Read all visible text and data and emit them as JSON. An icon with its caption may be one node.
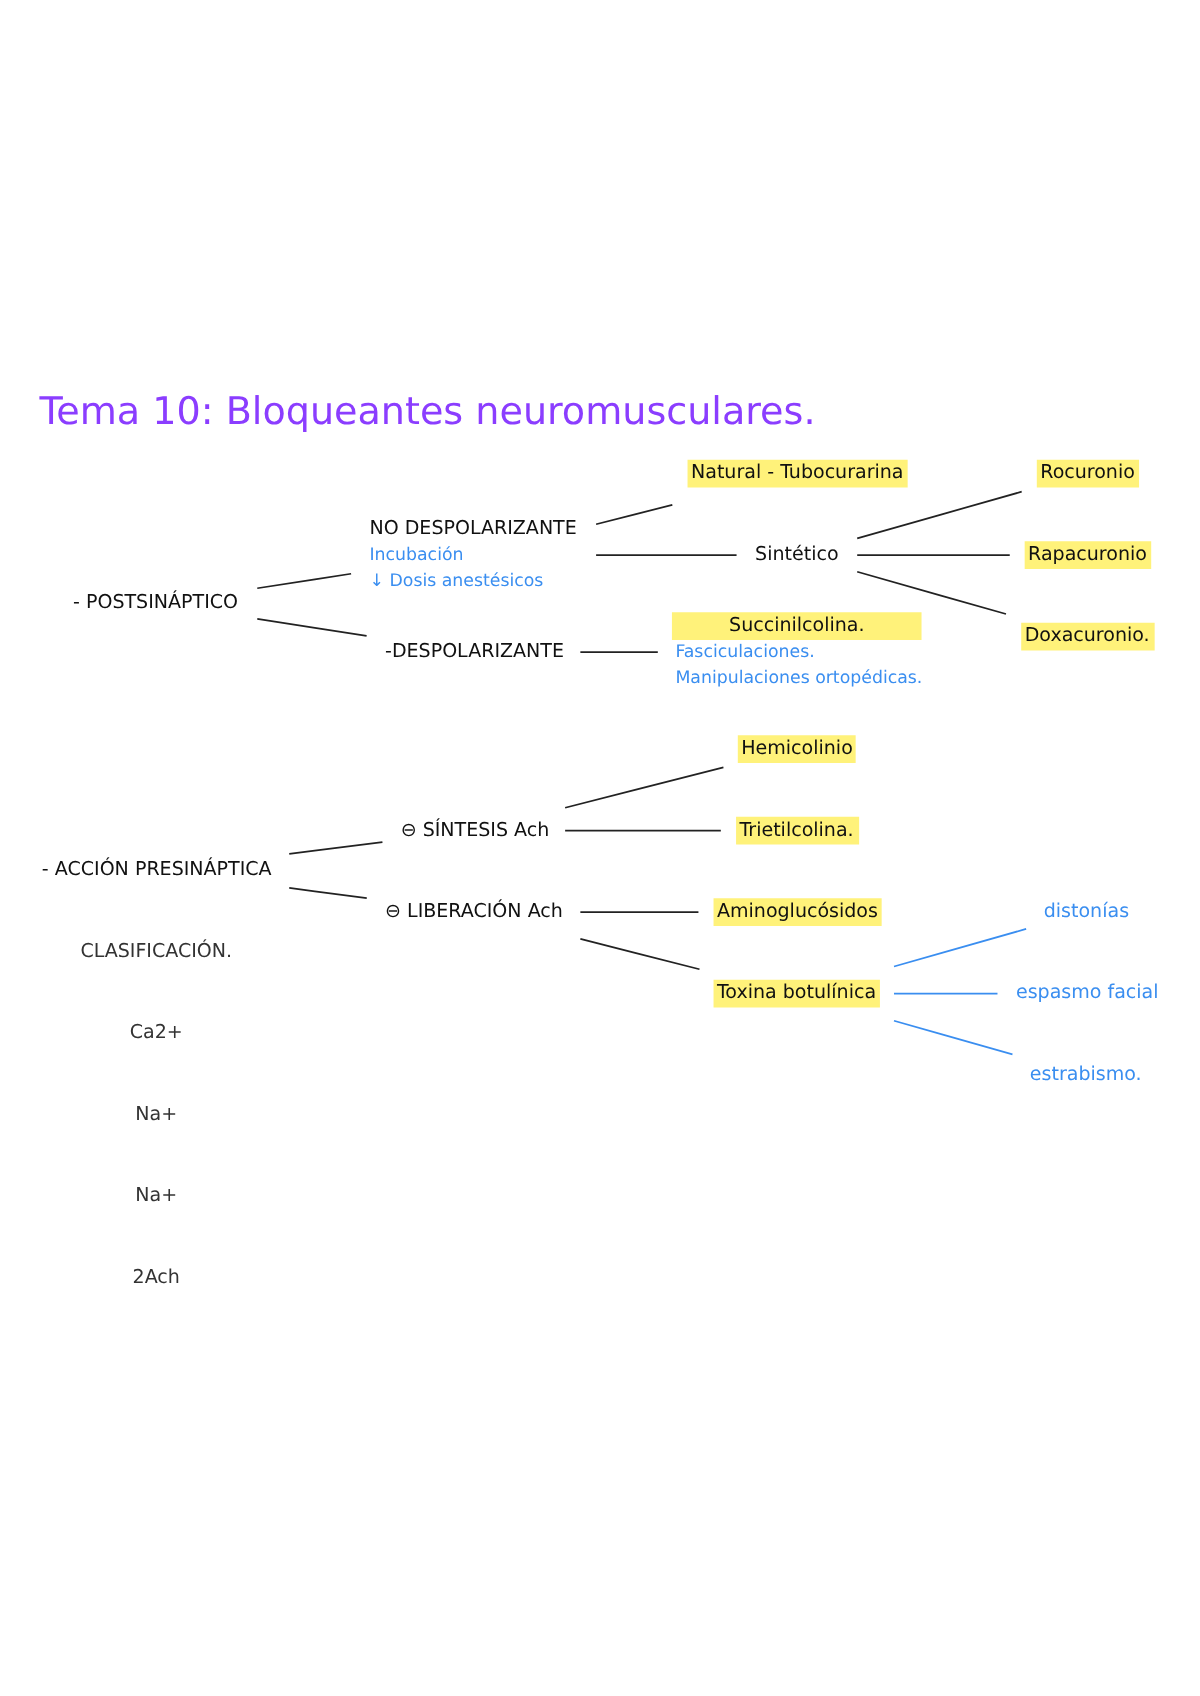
{
  "diagram": {
    "title": "Tema 10: Bloqueantes neuromusculares.",
    "nodes": [
      {
        "text": [
          "- ACCIÓN PRESINÁPTICA"
        ]
      },
      {
        "text": [
          "⊖ SÍNTESIS Ach"
        ]
      },
      {
        "text": [
          "Hemicolinio"
        ]
      },
      {
        "text": [
          "Trietilcolina."
        ]
      },
      {
        "text": [
          "⊖ LIBERACIÓN Ach"
        ]
      },
      {
        "text": [
          "Aminoglucósidos"
        ]
      },
      {
        "text": [
          "Toxina botulínica"
        ]
      },
      {
        "text": [
          "distonías"
        ]
      },
      {
        "text": [
          "espasmo facial"
        ]
      },
      {
        "text": [
          "estrabismo."
        ]
      },
      {
        "text": [
          "- POSTSINÁPTICO"
        ]
      },
      {
        "text": [
          "NO DESPOLARIZANTE"
        ],
        "beside": [
          "Incubación",
          "↓ Dosis anestésicos"
        ]
      },
      {
        "text": [
          "Natural - Tubocurarina"
        ]
      },
      {
        "text": [
          "Sintético"
        ]
      },
      {
        "text": [
          "Rocuronio"
        ]
      },
      {
        "text": [
          "Rapacuronio"
        ]
      },
      {
        "text": [
          "Doxacuronio."
        ]
      },
      {
        "text": [
          "-DESPOLARIZANTE"
        ]
      },
      {
        "text": [
          "Succinilcolina."
        ],
        "beside": [
          "Fasciculaciones.",
          "Manipulaciones ortopédicas."
        ]
      }
    ],
    "edges": [
      {
        "from": 0,
        "to": 1,
        "arrow": "none"
      },
      {
        "from": 1,
        "to": 2,
        "arrow": "none"
      },
      {
        "from": 1,
        "to": 3,
        "arrow": "none"
      },
      {
        "from": 0,
        "to": 4,
        "arrow": "none"
      },
      {
        "from": 4,
        "to": 5,
        "arrow": "none"
      },
      {
        "from": 4,
        "to": 6,
        "arrow": "none"
      },
      {
        "from": 6,
        "to": 7,
        "arrow": "none",
        "color": "#3a8ef0"
      },
      {
        "from": 6,
        "to": 8,
        "arrow": "none",
        "color": "#3a8ef0"
      },
      {
        "from": 6,
        "to": 9,
        "arrow": "none",
        "color": "#3a8ef0"
      },
      {
        "from": 10,
        "to": 11,
        "arrow": "none"
      },
      {
        "from": 10,
        "to": 17,
        "arrow": "none"
      },
      {
        "from": 11,
        "to": 12,
        "arrow": "none"
      },
      {
        "from": 11,
        "to": 13,
        "arrow": "none"
      },
      {
        "from": 13,
        "to": 14,
        "arrow": "none"
      },
      {
        "from": 13,
        "to": 15,
        "arrow": "none"
      },
      {
        "from": 13,
        "to": 16,
        "arrow": "none"
      },
      {
        "from": 17,
        "to": 18,
        "arrow": "none"
      }
    ],
    "labels": [
      "2Ach",
      "Na+",
      "Na+",
      "Ca2+",
      "CLASIFICACIÓN."
    ]
  }
}
